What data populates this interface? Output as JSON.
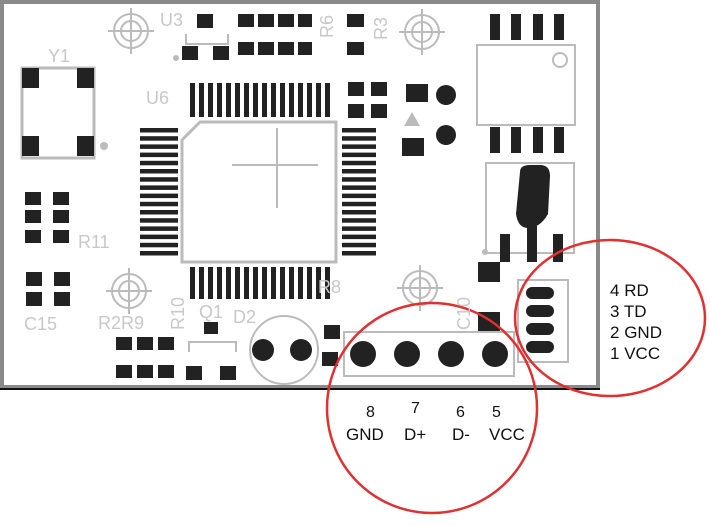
{
  "board_labels": {
    "y1": "Y1",
    "u3": "U3",
    "r6": "R6",
    "r3": "R3",
    "u6": "U6",
    "r11": "R11",
    "r8": "R8",
    "c15": "C15",
    "r2r9": "R2R9",
    "r10": "R10",
    "q1": "Q1",
    "d2": "D2",
    "c10": "C10"
  },
  "right_connector": [
    {
      "num": "4",
      "name": "RD"
    },
    {
      "num": "3",
      "name": "TD"
    },
    {
      "num": "2",
      "name": "GND"
    },
    {
      "num": "1",
      "name": "VCC"
    }
  ],
  "bottom_connector": [
    {
      "num": "8",
      "name": "GND"
    },
    {
      "num": "7",
      "name": "D+"
    },
    {
      "num": "6",
      "name": "D-"
    },
    {
      "num": "5",
      "name": "VCC"
    }
  ],
  "colors": {
    "board_outline": "#8a8a8a",
    "silkscreen": "#c8c8c8",
    "pad": "#222222",
    "callout_circle": "#e03030"
  }
}
